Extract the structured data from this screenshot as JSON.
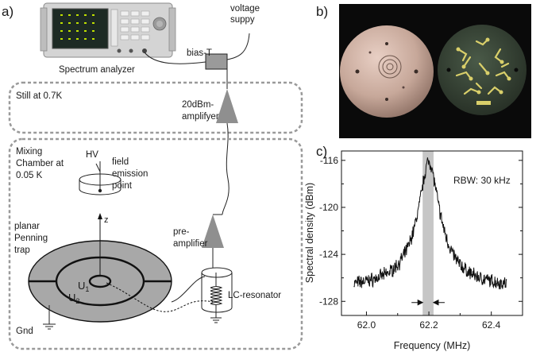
{
  "panels": {
    "a": {
      "label": "a)",
      "spectrum_analyzer": "Spectrum analyzer",
      "bias_t": "bias-T",
      "voltage_supply": [
        "voltage",
        "suppy"
      ],
      "still": "Still at 0.7K",
      "amplifier_20dbm": [
        "20dBm-",
        "amplifyer"
      ],
      "mixing_chamber": [
        "Mixing",
        "Chamber at",
        "0.05 K"
      ],
      "hv": "HV",
      "field_emission": [
        "field",
        "emission",
        "point"
      ],
      "planar_penning": [
        "planar",
        "Penning",
        "trap"
      ],
      "z_axis": "z",
      "u1": "U",
      "u1_sub": "1",
      "u2": "U",
      "u2_sub": "2",
      "pre_amplifier": [
        "pre-",
        "amplifier"
      ],
      "lc_resonator": "LC-resonator",
      "gnd": "Gnd"
    },
    "b": {
      "label": "b)"
    },
    "c": {
      "label": "c)",
      "rbw": "RBW: 30 kHz"
    }
  },
  "chart_data": {
    "type": "line",
    "xlabel": "Frequency (MHz)",
    "ylabel": "Spectral density (dBm)",
    "xlim": [
      61.92,
      62.5
    ],
    "ylim": [
      -129.2,
      -115.2
    ],
    "xticks": [
      "62.0",
      "62.2",
      "62.4"
    ],
    "xtick_values": [
      62.0,
      62.2,
      62.4
    ],
    "yticks": [
      "-116",
      "-120",
      "-124",
      "-128"
    ],
    "ytick_values": [
      -116,
      -120,
      -124,
      -128
    ],
    "peak": {
      "center": 62.2,
      "amplitude": -116.1,
      "floor": -126.9,
      "width": 0.024
    },
    "band": [
      62.18,
      62.215
    ],
    "x_start": 61.96,
    "x_end": 62.45,
    "grid": false,
    "colors": {
      "trace": "#111111",
      "band": "#c6c6c6",
      "shape": "#8f8f8f",
      "box": "#9a9a9a"
    }
  }
}
